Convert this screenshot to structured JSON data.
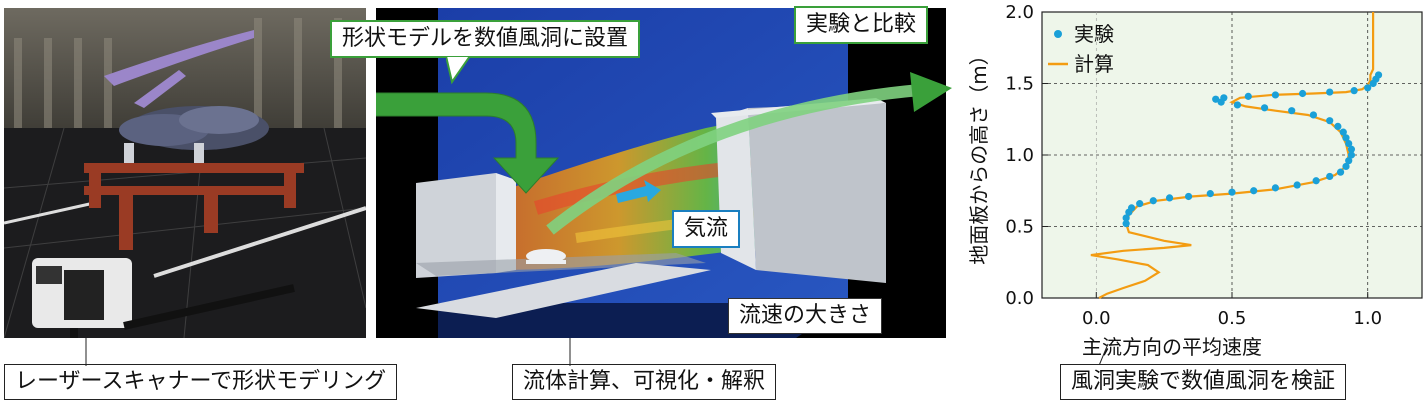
{
  "photo": {
    "caption": "レーザースキャナーで形状モデリング"
  },
  "cfd": {
    "top_label": "形状モデルを数値風洞に設置",
    "airflow_label": "気流",
    "velocity_label": "流速の大きさ",
    "caption": "流体計算、可視化・解釈"
  },
  "compare_label": "実験と比較",
  "validation_caption": "風洞実験で数値風洞を検証",
  "colors": {
    "experiment": "#1aa0d8",
    "calculation": "#f39c12",
    "arrow_green": "#3aa03a",
    "chart_bg": "#eef6ea"
  },
  "chart_data": {
    "type": "line",
    "xlabel": "主流方向の平均速度",
    "ylabel": "地面板からの高さ（m）",
    "xlim": [
      -0.2,
      1.2
    ],
    "ylim": [
      0.0,
      2.0
    ],
    "xticks": [
      "0.0",
      "0.5",
      "1.0"
    ],
    "yticks": [
      "0.0",
      "0.5",
      "1.0",
      "1.5",
      "2.0"
    ],
    "legend": [
      "実験",
      "計算"
    ],
    "legend_position": "top-left",
    "series": [
      {
        "name": "実験",
        "type": "scatter",
        "points": [
          [
            0.11,
            0.52
          ],
          [
            0.11,
            0.56
          ],
          [
            0.12,
            0.6
          ],
          [
            0.13,
            0.63
          ],
          [
            0.16,
            0.66
          ],
          [
            0.21,
            0.68
          ],
          [
            0.27,
            0.7
          ],
          [
            0.34,
            0.71
          ],
          [
            0.42,
            0.73
          ],
          [
            0.5,
            0.74
          ],
          [
            0.58,
            0.75
          ],
          [
            0.66,
            0.77
          ],
          [
            0.74,
            0.79
          ],
          [
            0.81,
            0.82
          ],
          [
            0.86,
            0.85
          ],
          [
            0.9,
            0.88
          ],
          [
            0.92,
            0.92
          ],
          [
            0.93,
            0.96
          ],
          [
            0.94,
            1.0
          ],
          [
            0.94,
            1.04
          ],
          [
            0.93,
            1.08
          ],
          [
            0.92,
            1.12
          ],
          [
            0.91,
            1.16
          ],
          [
            0.89,
            1.2
          ],
          [
            0.86,
            1.24
          ],
          [
            0.8,
            1.28
          ],
          [
            0.72,
            1.31
          ],
          [
            0.62,
            1.33
          ],
          [
            0.52,
            1.35
          ],
          [
            0.46,
            1.37
          ],
          [
            0.44,
            1.39
          ],
          [
            0.47,
            1.4
          ],
          [
            0.56,
            1.41
          ],
          [
            0.66,
            1.42
          ],
          [
            0.76,
            1.43
          ],
          [
            0.86,
            1.44
          ],
          [
            0.95,
            1.45
          ],
          [
            1.0,
            1.47
          ],
          [
            1.02,
            1.5
          ],
          [
            1.03,
            1.53
          ],
          [
            1.04,
            1.56
          ]
        ]
      },
      {
        "name": "計算",
        "type": "line",
        "points": [
          [
            0.01,
            0.0
          ],
          [
            0.04,
            0.03
          ],
          [
            0.1,
            0.07
          ],
          [
            0.18,
            0.12
          ],
          [
            0.23,
            0.18
          ],
          [
            0.19,
            0.23
          ],
          [
            0.08,
            0.27
          ],
          [
            -0.02,
            0.3
          ],
          [
            0.1,
            0.33
          ],
          [
            0.25,
            0.35
          ],
          [
            0.35,
            0.37
          ],
          [
            0.25,
            0.4
          ],
          [
            0.12,
            0.46
          ],
          [
            0.11,
            0.52
          ],
          [
            0.12,
            0.58
          ],
          [
            0.15,
            0.64
          ],
          [
            0.22,
            0.68
          ],
          [
            0.35,
            0.71
          ],
          [
            0.5,
            0.73
          ],
          [
            0.66,
            0.76
          ],
          [
            0.8,
            0.81
          ],
          [
            0.88,
            0.86
          ],
          [
            0.92,
            0.92
          ],
          [
            0.93,
            1.0
          ],
          [
            0.92,
            1.08
          ],
          [
            0.9,
            1.16
          ],
          [
            0.86,
            1.23
          ],
          [
            0.78,
            1.28
          ],
          [
            0.66,
            1.31
          ],
          [
            0.55,
            1.34
          ],
          [
            0.5,
            1.37
          ],
          [
            0.53,
            1.4
          ],
          [
            0.65,
            1.42
          ],
          [
            0.8,
            1.43
          ],
          [
            0.92,
            1.44
          ],
          [
            0.98,
            1.46
          ],
          [
            1.0,
            1.49
          ],
          [
            1.01,
            1.52
          ],
          [
            1.01,
            1.56
          ],
          [
            1.02,
            1.6
          ],
          [
            1.02,
            1.7
          ],
          [
            1.02,
            1.8
          ],
          [
            1.02,
            1.9
          ],
          [
            1.02,
            2.0
          ]
        ]
      }
    ]
  }
}
